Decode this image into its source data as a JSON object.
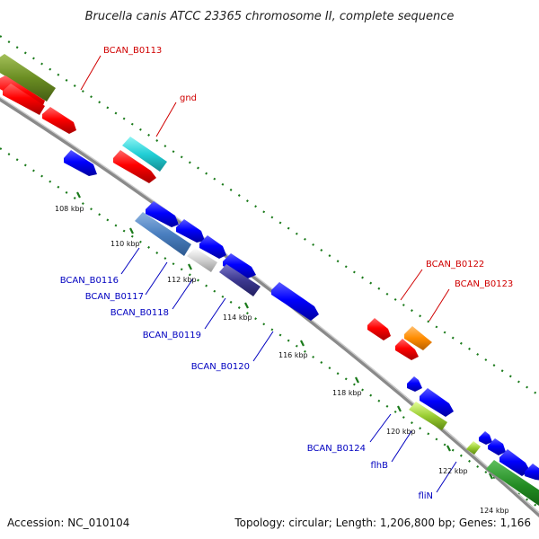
{
  "map": {
    "title": "Brucella canis ATCC 23365 chromosome II, complete sequence",
    "accession": "Accession: NC_010104",
    "topology_info": "Topology: circular; Length: 1,206,800 bp; Genes: 1,166",
    "tick_labels": [
      "108 kbp",
      "110 kbp",
      "112 kbp",
      "114 kbp",
      "116 kbp",
      "118 kbp",
      "120 kbp",
      "122 kbp",
      "124 kbp"
    ],
    "gene_labels": {
      "forward": [
        "BCAN_B0113",
        "gnd",
        "BCAN_B0122",
        "BCAN_B0123"
      ],
      "reverse": [
        "BCAN_B0116",
        "BCAN_B0117",
        "BCAN_B0118",
        "BCAN_B0119",
        "BCAN_B0120",
        "BCAN_B0124",
        "flhB",
        "fliN"
      ]
    },
    "colors": {
      "forward_label": "#d00000",
      "reverse_label": "#0000c0",
      "backbone": "#8a8a8a",
      "tick": "#1a7a1a"
    }
  }
}
